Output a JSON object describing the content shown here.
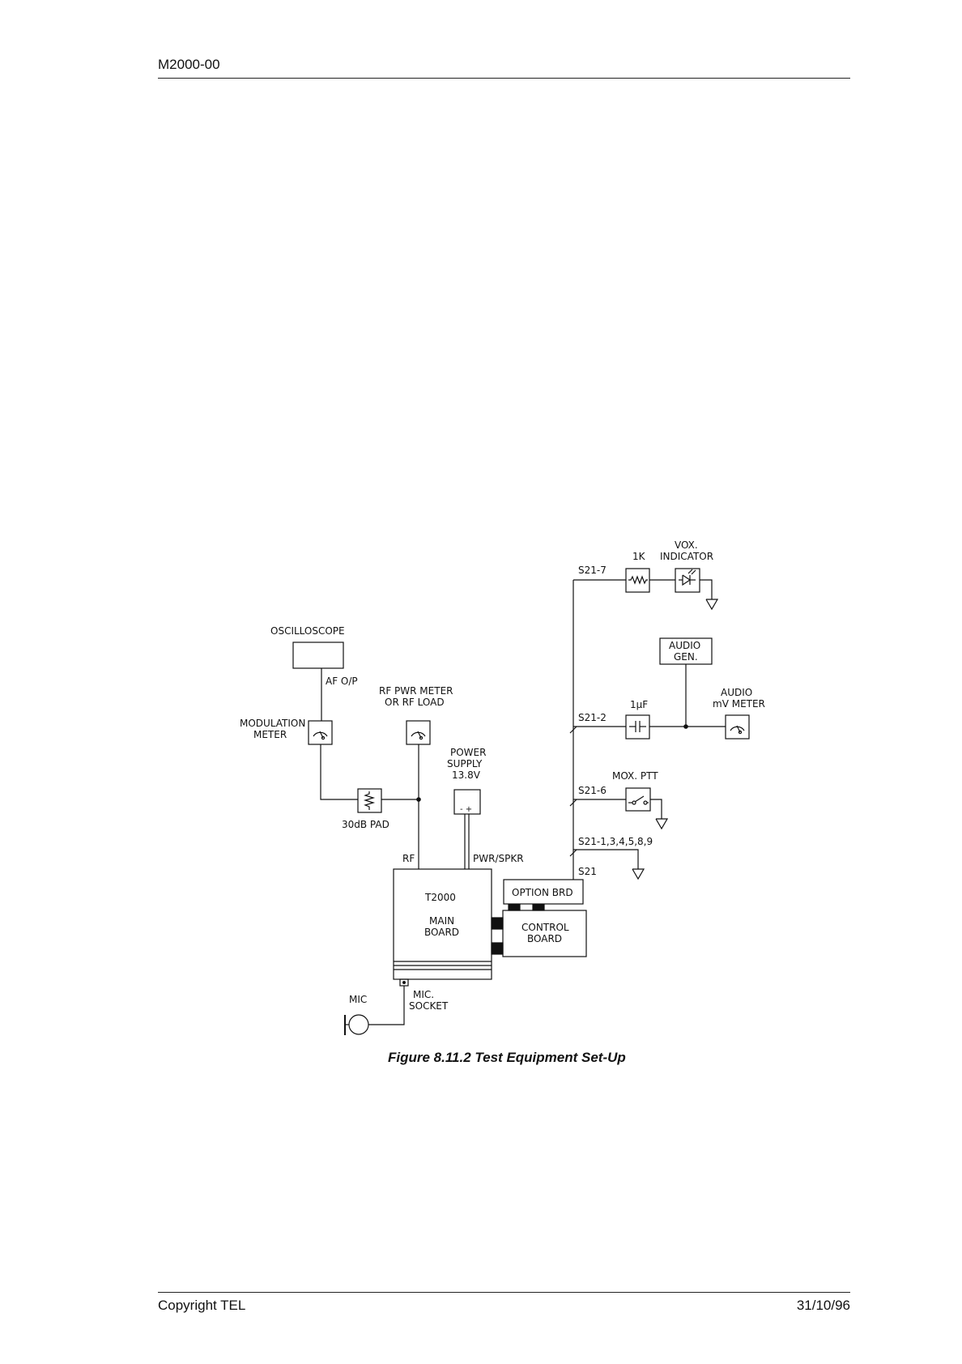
{
  "header": {
    "doc_number": "M2000-00"
  },
  "footer": {
    "copyright": "Copyright TEL",
    "date": "31/10/96"
  },
  "figure": {
    "caption": "Figure 8.11.2  Test Equipment Set-Up",
    "labels": {
      "oscilloscope": "OSCILLOSCOPE",
      "af_op": "AF O/P",
      "modulation_meter_1": "MODULATION",
      "modulation_meter_2": "METER",
      "rf_pwr_meter_1": "RF PWR METER",
      "rf_pwr_meter_2": "OR RF LOAD",
      "pad": "30dB PAD",
      "power_supply_1": "POWER",
      "power_supply_2": "SUPPLY",
      "power_supply_3": "13.8V",
      "psu_terminals": "- +",
      "rf": "RF",
      "pwr_spkr": "PWR/SPKR",
      "main_board_1": "T2000",
      "main_board_2": "MAIN",
      "main_board_3": "BOARD",
      "option_brd": "OPTION BRD",
      "control_board_1": "CONTROL",
      "control_board_2": "BOARD",
      "mic": "MIC",
      "mic_socket_1": "MIC.",
      "mic_socket_2": "SOCKET",
      "s21": "S21",
      "s21_7": "S21-7",
      "s21_2": "S21-2",
      "s21_6": "S21-6",
      "s21_rest": "S21-1,3,4,5,8,9",
      "resistor_1k": "1K",
      "vox_1": "VOX.",
      "vox_2": "INDICATOR",
      "audio_gen_1": "AUDIO",
      "audio_gen_2": "GEN.",
      "cap_1uf": "1µF",
      "audio_mv_1": "AUDIO",
      "audio_mv_2": "mV METER",
      "mox_ptt": "MOX. PTT"
    }
  }
}
